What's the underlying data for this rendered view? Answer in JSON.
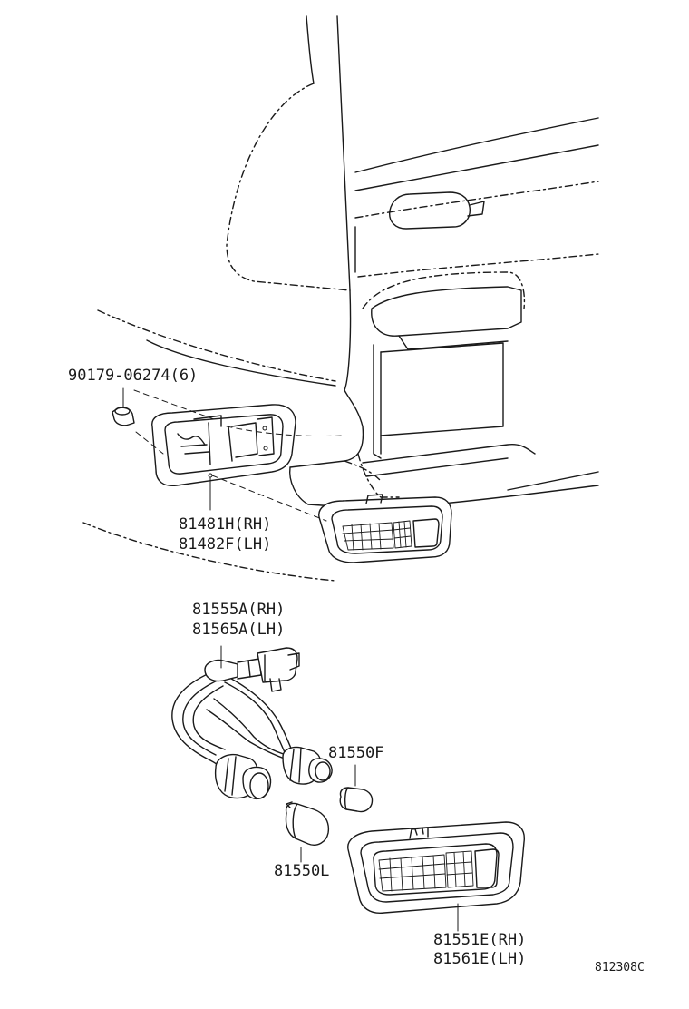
{
  "labels": {
    "nut": "90179-06274(6)",
    "gasket_rh": "81481H(RH)",
    "gasket_lh": "81482F(LH)",
    "socket_rh": "81555A(RH)",
    "socket_lh": "81565A(LH)",
    "bulb_small": "81550F",
    "bulb_large": "81550L",
    "lamp_rh": "81551E(RH)",
    "lamp_lh": "81561E(LH)",
    "diagram_code": "812308C"
  }
}
